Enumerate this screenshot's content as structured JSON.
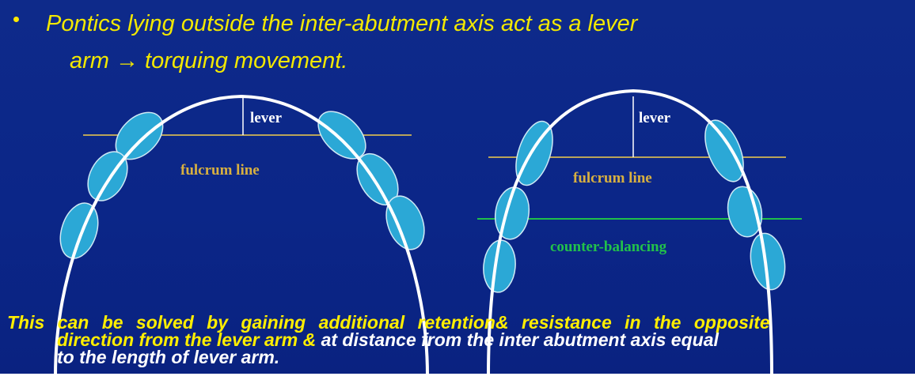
{
  "heading_fragment": "",
  "bullet": {
    "marker": "•",
    "line1": "Pontics lying outside the inter-abutment axis act as a lever",
    "line2": "arm → torquing movement."
  },
  "labels": {
    "left_lever": "lever",
    "left_fulcrum": "fulcrum line",
    "right_lever": "lever",
    "right_fulcrum": "fulcrum line",
    "counter_balancing": "counter-balancing"
  },
  "bottom": {
    "line1": "This can be solved by gaining additional retention& resistance in the opposite",
    "line2_yellow": "direction from the lever arm & ",
    "line2_white": "at distance from the inter abutment axis equal",
    "line3": "to the length of lever arm."
  },
  "colors": {
    "background": "#0b2688",
    "bullet_text": "#f2e800",
    "tooth_fill": "#2ba8d6",
    "fulcrum_line": "#b9a45a",
    "counter_balancing_line": "#1fbf4a",
    "arch_curve": "#ffffff"
  }
}
